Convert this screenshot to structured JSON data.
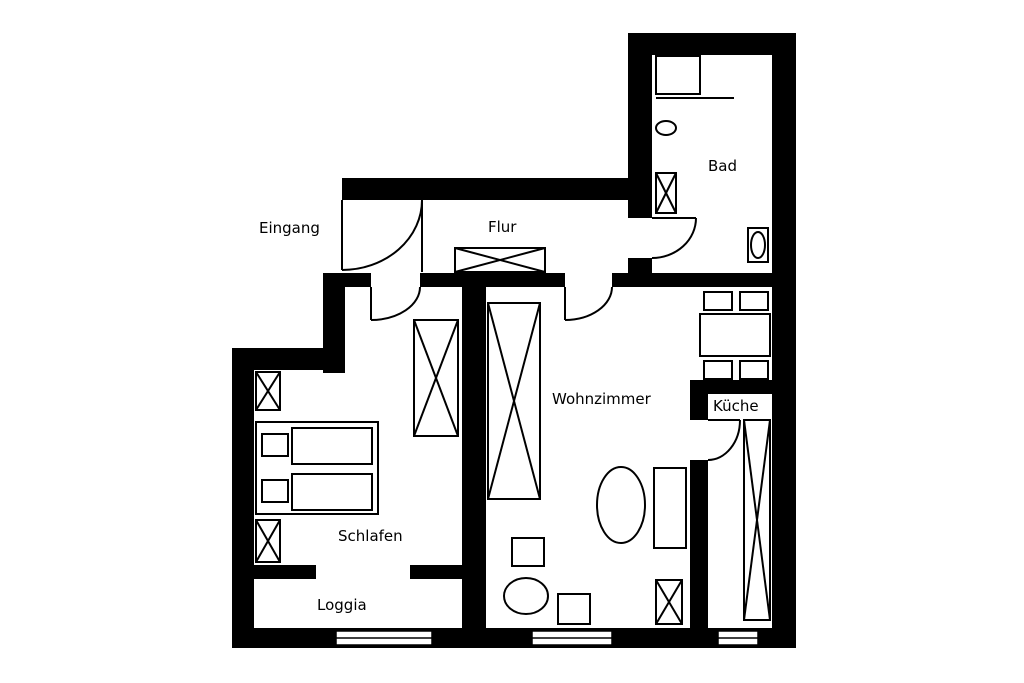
{
  "rooms": {
    "bad": "Bad",
    "eingang": "Eingang",
    "flur": "Flur",
    "wohnzimmer": "Wohnzimmer",
    "kueche": "Küche",
    "schlafen": "Schlafen",
    "loggia": "Loggia"
  },
  "colors": {
    "wall": "#000000",
    "background": "#ffffff"
  }
}
